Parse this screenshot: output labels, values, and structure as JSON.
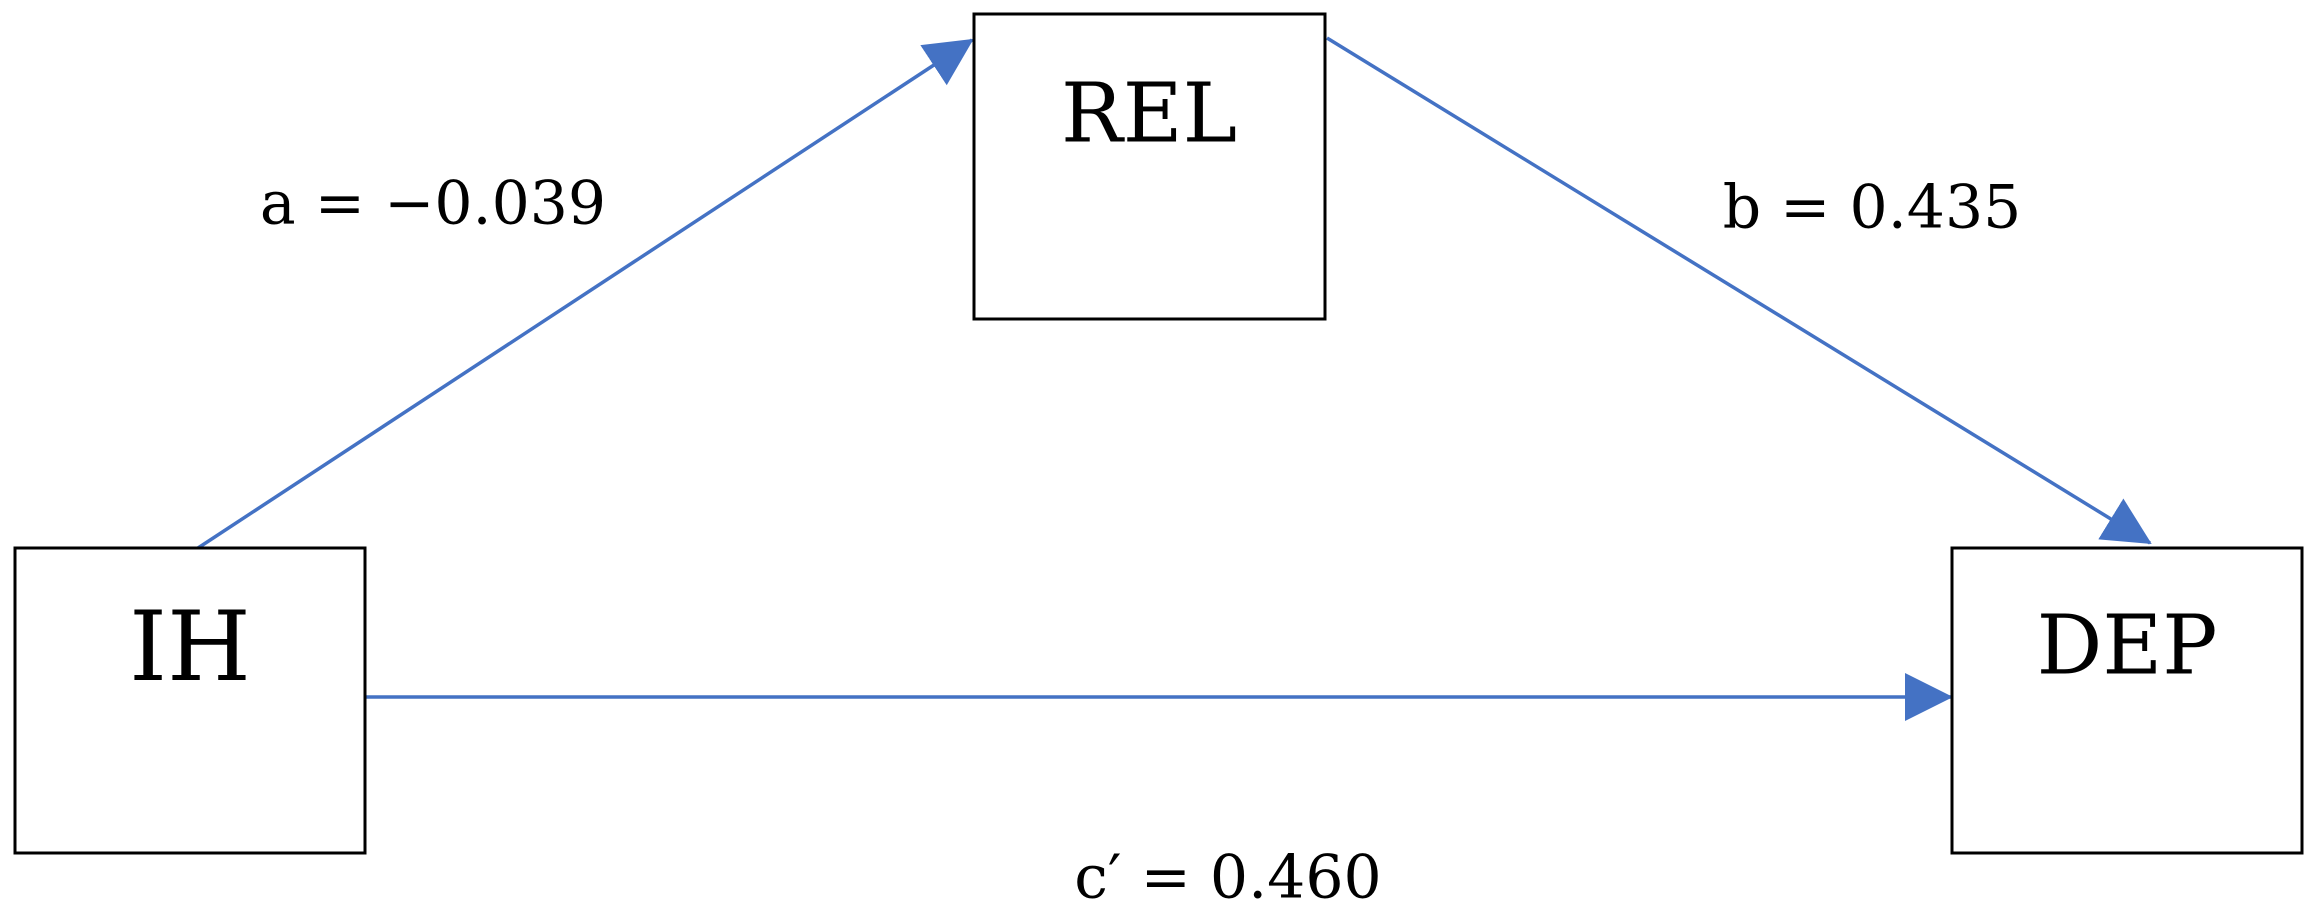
{
  "colors": {
    "arrow": "#4472c4",
    "box_stroke": "#000000",
    "text": "#000000"
  },
  "nodes": {
    "ih": {
      "label": "IH"
    },
    "rel": {
      "label": "REL"
    },
    "dep": {
      "label": "DEP"
    }
  },
  "paths": {
    "a": {
      "label": "a = −0.039",
      "from": "IH",
      "to": "REL",
      "coefficient": -0.039
    },
    "b": {
      "label": "b = 0.435",
      "from": "REL",
      "to": "DEP",
      "coefficient": 0.435
    },
    "c_prime": {
      "label": "c′ = 0.460",
      "from": "IH",
      "to": "DEP",
      "coefficient": 0.46
    }
  }
}
